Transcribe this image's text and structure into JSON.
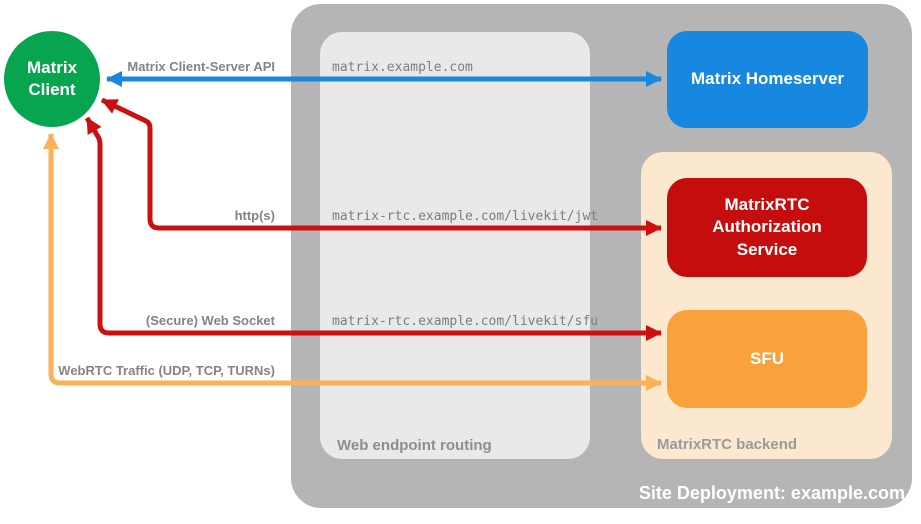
{
  "client": {
    "label": "Matrix Client"
  },
  "nodes": {
    "homeserver": {
      "label": "Matrix Homeserver"
    },
    "auth": {
      "label": "MatrixRTC Authorization Service"
    },
    "sfu": {
      "label": "SFU"
    }
  },
  "containers": {
    "site": {
      "label": "Site Deployment: example.com"
    },
    "routing": {
      "label": "Web endpoint routing"
    },
    "backend": {
      "label": "MatrixRTC backend"
    }
  },
  "connections": [
    {
      "label": "Matrix Client-Server API",
      "endpoint": "matrix.example.com",
      "protocol_color": "blue"
    },
    {
      "label": "http(s)",
      "endpoint": "matrix-rtc.example.com/livekit/jwt",
      "protocol_color": "red"
    },
    {
      "label": "(Secure) Web Socket",
      "endpoint": "matrix-rtc.example.com/livekit/sfu",
      "protocol_color": "red"
    },
    {
      "label": "WebRTC Traffic (UDP, TCP, TURNs)",
      "endpoint": "",
      "protocol_color": "orange"
    }
  ],
  "colors": {
    "outer_box": "#b5b5b5",
    "routing_box": "#e9e9e9",
    "backend_box": "#fce8cf",
    "client": "#08a551",
    "homeserver": "#1787e0",
    "auth": "#c60d0d",
    "sfu": "#f9a23c",
    "arrow_blue": "#1787e0",
    "arrow_red": "#cc1010",
    "arrow_orange": "#fbb158"
  }
}
